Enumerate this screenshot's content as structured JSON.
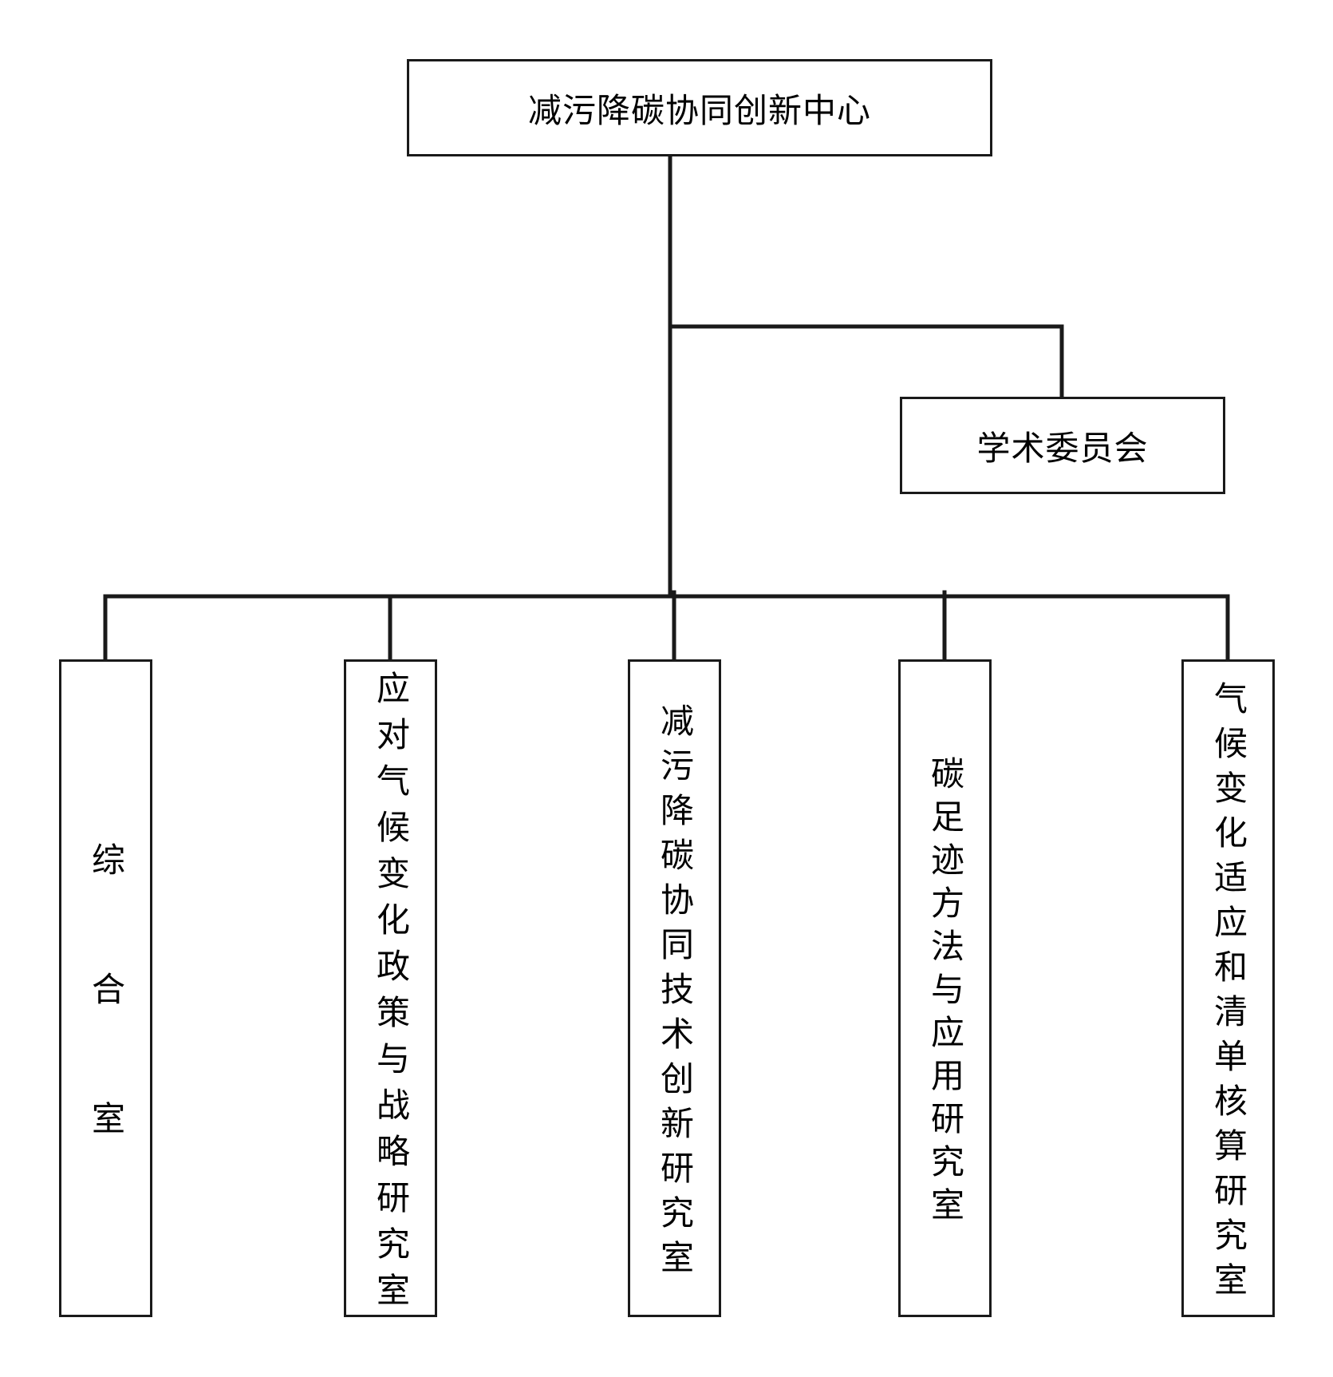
{
  "root": {
    "label": "减污降碳协同创新中心"
  },
  "committee": {
    "label": "学术委员会"
  },
  "departments": [
    {
      "label": "综合室"
    },
    {
      "label": "应对气候变化政策与战略研究室"
    },
    {
      "label": "减污降碳协同技术创新研究室"
    },
    {
      "label": "碳足迹方法与应用研究室"
    },
    {
      "label": "气候变化适应和清单核算研究室"
    }
  ],
  "colors": {
    "line": "#1a1a1a",
    "box_border": "#1a1a1a",
    "background": "#ffffff"
  }
}
